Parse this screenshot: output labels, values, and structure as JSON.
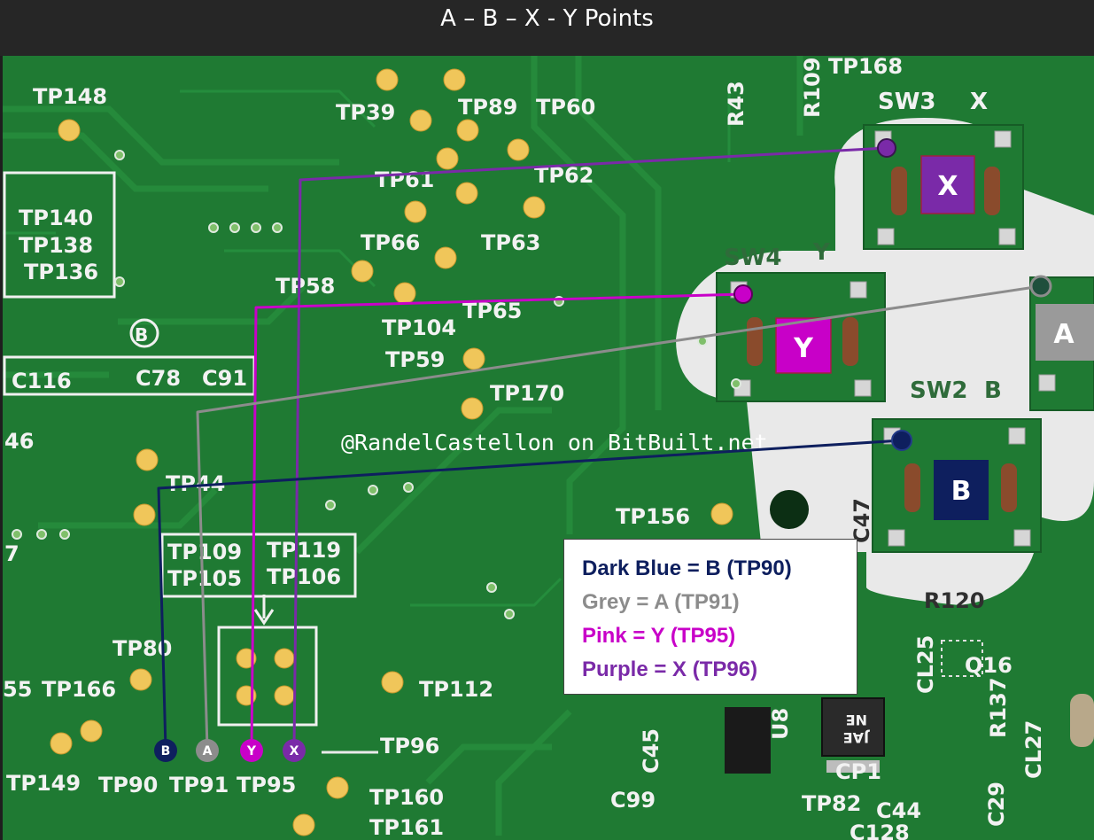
{
  "title": "A – B – X - Y Points",
  "credit": "@RandelCastellon on BitBuilt.net",
  "colors": {
    "board": "#1f7a33",
    "dark_blue": "#0e1f5e",
    "grey": "#8c8c8c",
    "pink": "#c800c8",
    "purple": "#7a2aa8"
  },
  "buttons": {
    "x": "X",
    "y": "Y",
    "a": "A",
    "b": "B"
  },
  "switch_labels": {
    "sw3": "SW3",
    "sw3_x": "X",
    "sw4": "SW4",
    "sw4_y": "Y",
    "sw2": "SW2",
    "sw2_b": "B"
  },
  "silkscreen": {
    "tp148": "TP148",
    "tp39": "TP39",
    "tp89": "TP89",
    "tp60": "TP60",
    "tp61": "TP61",
    "tp62": "TP62",
    "tp66": "TP66",
    "tp63": "TP63",
    "tp58": "TP58",
    "tp65": "TP65",
    "tp104": "TP104",
    "tp59": "TP59",
    "tp170": "TP170",
    "tp140": "TP140",
    "tp138": "TP138",
    "tp136": "TP136",
    "c116": "C116",
    "c78": "C78",
    "c91": "C91",
    "n46": "46",
    "tp44": "TP44",
    "n7": "7",
    "tp109": "TP109",
    "tp105": "TP105",
    "tp119": "TP119",
    "tp106": "TP106",
    "tp80": "TP80",
    "n55": "55",
    "tp166": "TP166",
    "tp112": "TP112",
    "tp96": "TP96",
    "tp149": "TP149",
    "tp90": "TP90",
    "tp91": "TP91",
    "tp95": "TP95",
    "tp160": "TP160",
    "tp161": "TP161",
    "tp156": "TP156",
    "c47": "C47",
    "r120": "R120",
    "r43": "R43",
    "r109": "R109",
    "tp168": "TP168",
    "c45": "C45",
    "c99": "C99",
    "u8": "U8",
    "cp1": "CP1",
    "tp82": "TP82",
    "c44": "C44",
    "c128": "C128",
    "q16": "Q16",
    "r137": "R137",
    "cl25": "CL25",
    "cl27": "CL27",
    "c29": "C29",
    "ne": "NE",
    "jae": "JAE",
    "b_circle": "B"
  },
  "pad_tags": {
    "b": "B",
    "a": "A",
    "y": "Y",
    "x": "X"
  },
  "legend": [
    {
      "text": "Dark Blue = B (TP90)",
      "color": "#0e1f5e"
    },
    {
      "text": "Grey = A (TP91)",
      "color": "#8c8c8c"
    },
    {
      "text": "Pink = Y (TP95)",
      "color": "#c800c8"
    },
    {
      "text": "Purple = X (TP96)",
      "color": "#7a2aa8"
    }
  ]
}
